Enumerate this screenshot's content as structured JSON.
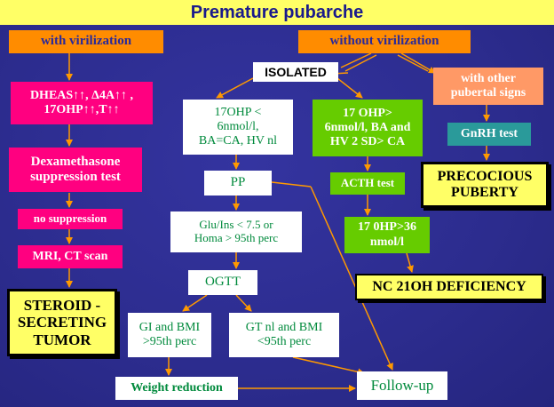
{
  "title": "Premature pubarche",
  "nodes": {
    "with_virilization": "with virilization",
    "without_virilization": "without virilization",
    "isolated": "ISOLATED",
    "with_other_signs": "with other\npubertal signs",
    "androgens": "DHEAS↑↑, Δ4A↑↑ ,\n17OHP↑↑,T↑↑",
    "dex_test": "Dexamethasone\nsuppression test",
    "no_suppression": "no suppression",
    "imaging": "MRI, CT scan",
    "steroid_tumor": "STEROID -\nSECRETING\nTUMOR",
    "ohp_low": "17OHP <\n6nmol/l,\nBA=CA, HV nl",
    "ohp_high": "17 OHP>\n6nmol/l, BA and\nHV 2 SD> CA",
    "gnrh_test": "GnRH test",
    "precocious_puberty": "PRECOCIOUS\nPUBERTY",
    "pp": "PP",
    "acth_test": "ACTH test",
    "glu_ins": "Glu/Ins < 7.5 or\nHoma > 95th perc",
    "ohp_36": "17 0HP>36\nnmol/l",
    "nc21oh": "NC 21OH DEFICIENCY",
    "ogtt": "OGTT",
    "gi_bmi_high": "GI and BMI\n>95th perc",
    "gt_bmi_nl": "GT nl and BMI\n<95th perc",
    "weight_reduction": "Weight reduction",
    "follow_up": "Follow-up"
  },
  "colors": {
    "background": "#2b2b8c",
    "orange": "#ff8c00",
    "magenta": "#ff0080",
    "green": "#66cc00",
    "teal": "#2a9a9a",
    "peach": "#ff9966",
    "yellow": "#ffff66",
    "arrow": "#ff9900"
  }
}
